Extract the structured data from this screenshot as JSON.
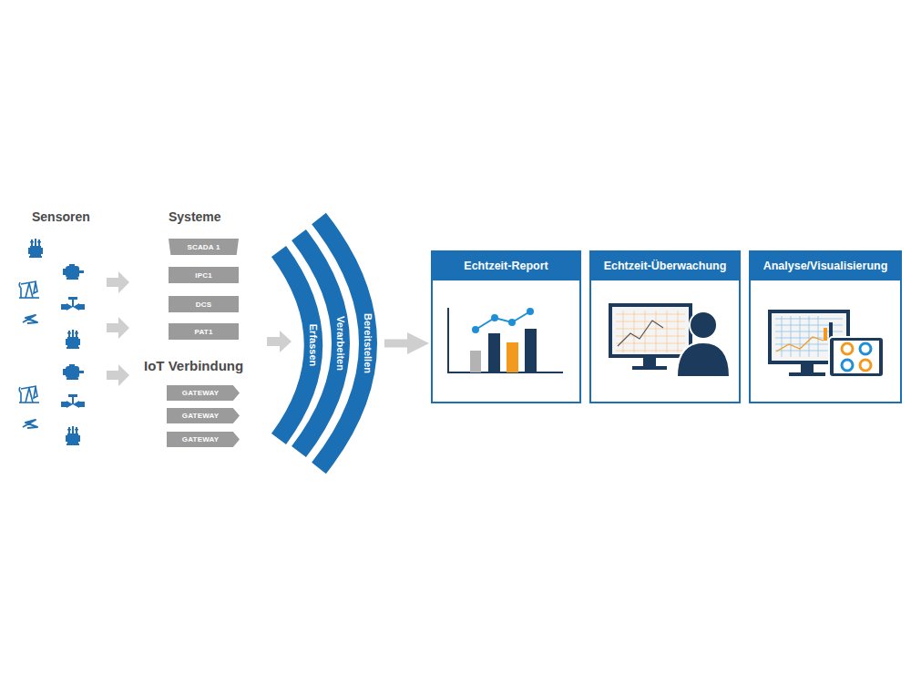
{
  "diagram": {
    "nodes": [
      {
        "text": [
          "SCADA 1"
        ]
      },
      {
        "text": [
          "IPC1"
        ]
      },
      {
        "text": [
          "DCS"
        ]
      },
      {
        "text": [
          "PAT1"
        ]
      },
      {
        "text": [
          "GATEWAY"
        ]
      },
      {
        "text": [
          "GATEWAY"
        ]
      },
      {
        "text": [
          "GATEWAY"
        ]
      },
      {
        "text": [
          "Erfassen"
        ]
      },
      {
        "text": [
          "Verarbeiten"
        ]
      },
      {
        "text": [
          "Bereitstellen"
        ]
      },
      {
        "text": [
          "Echtzeit-Report"
        ]
      },
      {
        "text": [
          "Echtzeit-Überwachung"
        ]
      },
      {
        "text": [
          "Analyse/Visualisierung"
        ]
      }
    ],
    "edges": [
      {
        "from": 9,
        "to": 10,
        "arrow": "to"
      }
    ],
    "labels": [
      "Sensoren",
      "Systeme",
      "IoT Verbindung"
    ]
  }
}
